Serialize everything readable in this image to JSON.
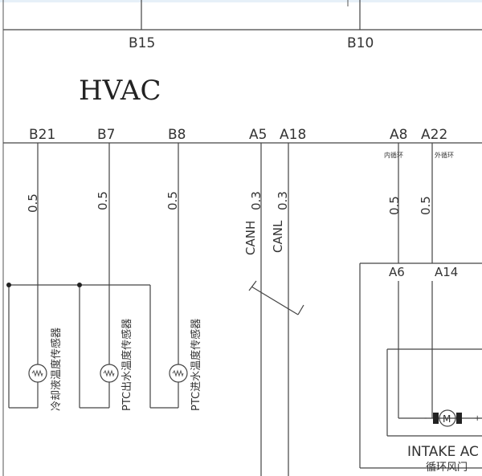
{
  "top_connector_pins": {
    "b15": "B15",
    "b10": "B10"
  },
  "module_title": "HVAC",
  "connector_pins": {
    "b21": "B21",
    "b7": "B7",
    "b8": "B8",
    "a5": "A5",
    "a18": "A18",
    "a8": "A8",
    "a22": "A22"
  },
  "wire_sizes": {
    "b21": "0.5",
    "b7": "0.5",
    "b8": "0.5",
    "a5": "0.3",
    "a18": "0.3",
    "a8": "0.5",
    "a22": "0.5"
  },
  "can_labels": {
    "canh": "CANH",
    "canl": "CANL"
  },
  "circulation_labels": {
    "inner": "内循环",
    "outer": "外循环"
  },
  "sensors": {
    "coolant": "冷却液温度传感器",
    "ptc_outlet": "PTC出水温度传感器",
    "ptc_inlet": "PTC进水温度传感器"
  },
  "actuator": {
    "pin_a6": "A6",
    "pin_a14": "A14",
    "minus": "-",
    "plus": "+",
    "name": "INTAKE AC",
    "name_cn": "循环风门"
  },
  "colors": {
    "ink": "#444444",
    "background": "#ffffff",
    "scan_tint": "#e6f0f8"
  }
}
